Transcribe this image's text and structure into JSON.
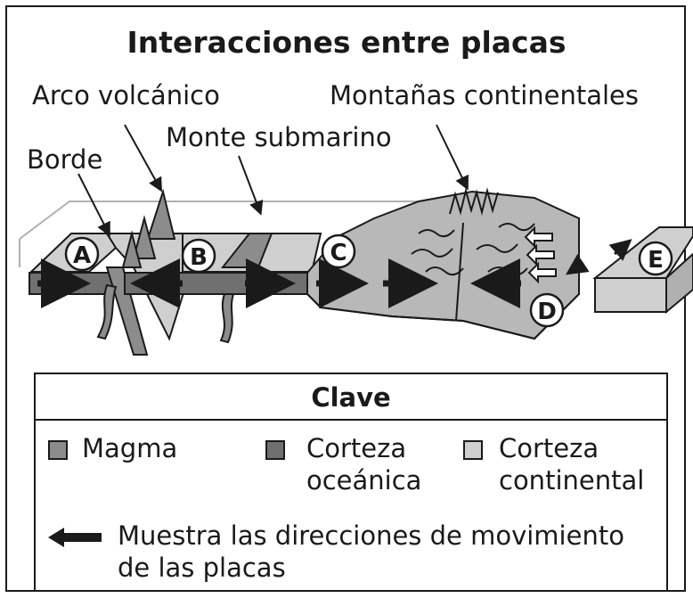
{
  "title": "Interacciones entre placas",
  "labels": {
    "arc": "Arco volcánico",
    "mountains": "Montañas continentales",
    "seamount": "Monte submarino",
    "edge": "Borde"
  },
  "markers": [
    "A",
    "B",
    "C",
    "D",
    "E"
  ],
  "key": {
    "title": "Clave",
    "items": [
      {
        "line1": "Magma",
        "line2": "",
        "color": "#8c8c8c"
      },
      {
        "line1": "Corteza",
        "line2": "oceánica",
        "color": "#707070"
      },
      {
        "line1": "Corteza",
        "line2": "continental",
        "color": "#cfcfcf"
      }
    ],
    "arrow_line1": "Muestra las direcciones de movimiento",
    "arrow_line2": "de las placas"
  },
  "colors": {
    "ink": "#1a1a1a",
    "oceanic_crust": "#707070",
    "continental_crust": "#cfcfcf",
    "magma": "#8c8c8c"
  }
}
